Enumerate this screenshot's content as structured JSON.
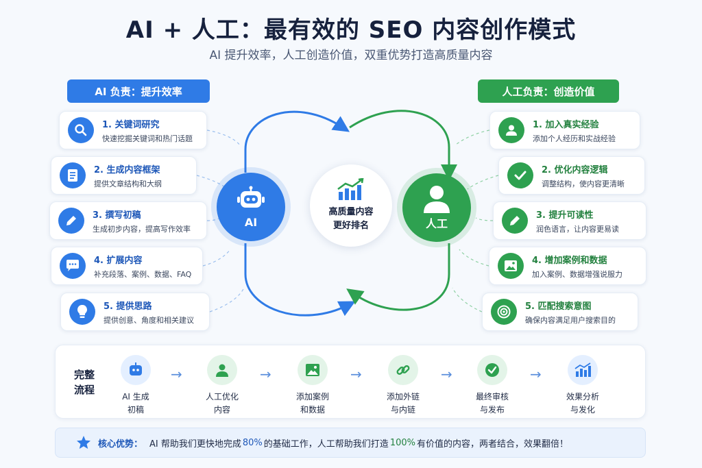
{
  "title": "AI + 人工：最有效的 SEO 内容创作模式",
  "subtitle": "AI 提升效率，人工创造价值，双重优势打造高质量内容",
  "ai_section": {
    "label": "AI 负责：提升效率",
    "items": [
      {
        "title": "1. 关键词研究",
        "desc": "快速挖掘关键词和热门话题",
        "icon": "search-icon"
      },
      {
        "title": "2. 生成内容框架",
        "desc": "提供文章结构和大纲",
        "icon": "document-icon"
      },
      {
        "title": "3. 撰写初稿",
        "desc": "生成初步内容，提高写作效率",
        "icon": "pencil-icon"
      },
      {
        "title": "4. 扩展内容",
        "desc": "补充段落、案例、数据、FAQ",
        "icon": "chat-icon"
      },
      {
        "title": "5. 提供思路",
        "desc": "提供创意、角度和相关建议",
        "icon": "lightbulb-icon"
      }
    ]
  },
  "human_section": {
    "label": "人工负责：创造价值",
    "items": [
      {
        "title": "1. 加入真实经验",
        "desc": "添加个人经历和实战经验",
        "icon": "user-icon"
      },
      {
        "title": "2. 优化内容逻辑",
        "desc": "调整结构，使内容更清晰",
        "icon": "check-icon"
      },
      {
        "title": "3. 提升可读性",
        "desc": "润色语言，让内容更易读",
        "icon": "pencil-icon"
      },
      {
        "title": "4. 增加案例和数据",
        "desc": "加入案例、数据增强说服力",
        "icon": "image-icon"
      },
      {
        "title": "5. 匹配搜索意图",
        "desc": "确保内容满足用户搜索目的",
        "icon": "target-icon"
      }
    ]
  },
  "hub": {
    "ai_label": "AI",
    "human_label": "人工",
    "center_line1": "高质量内容",
    "center_line2": "更好排名"
  },
  "flow": {
    "title_line1": "完整",
    "title_line2": "流程",
    "steps": [
      {
        "line1": "AI 生成",
        "line2": "初稿",
        "icon": "robot-icon"
      },
      {
        "line1": "人工优化",
        "line2": "内容",
        "icon": "user-icon"
      },
      {
        "line1": "添加案例",
        "line2": "和数据",
        "icon": "image-icon"
      },
      {
        "line1": "添加外链",
        "line2": "与内链",
        "icon": "link-icon"
      },
      {
        "line1": "最终审核",
        "line2": "与发布",
        "icon": "check-circle-icon"
      },
      {
        "line1": "效果分析",
        "line2": "与发化",
        "icon": "chart-icon"
      }
    ]
  },
  "advantage": {
    "label": "核心优势：",
    "text1": "AI 帮助我们更快地完成",
    "pct1": "80%",
    "text2": "的基础工作，人工帮助我们打造",
    "pct2": "100%",
    "text3": "有价值的内容，两者结合，效果翻倍！"
  },
  "colors": {
    "ai_blue": "#2f7be6",
    "human_green": "#2ea150"
  }
}
